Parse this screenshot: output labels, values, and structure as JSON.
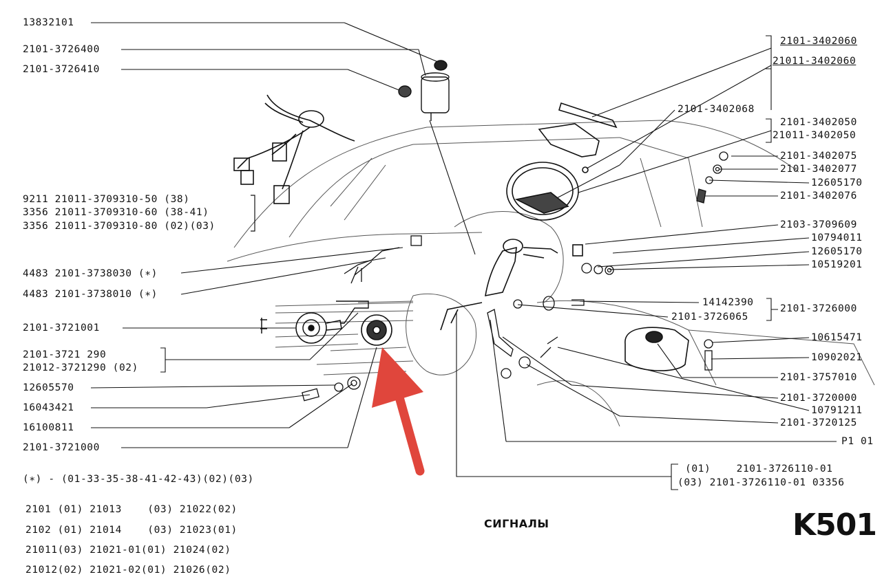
{
  "labels_left": [
    "13832101",
    "2101-3726400",
    "2101-3726410",
    "9211 21011-3709310-50 (38)",
    "3356 21011-3709310-60 (38-41)",
    "3356 21011-3709310-80 (02)(03)",
    "4483 2101-3738030 (∗)",
    "4483 2101-3738010 (∗)",
    "2101-3721001",
    "2101-3721 290",
    "21012-3721290 (02)",
    "12605570",
    "16043421",
    "16100811",
    "2101-3721000"
  ],
  "labels_right": [
    "2101-3402060",
    "21011-3402060",
    "2101-3402068",
    "2101-3402050",
    "21011-3402050",
    "2101-3402075",
    "2101-3402077",
    "12605170",
    "2101-3402076",
    "2103-3709609",
    "10794011",
    "12605170",
    "10519201",
    "14142390",
    "2101-3726065",
    "2101-3726000",
    "10615471",
    "10902021",
    "2101-3757010",
    "2101-3720000",
    "10791211",
    "2101-3720125",
    "Р1 01",
    "(01)    2101-3726110-01",
    "(03) 2101-3726110-01 03356"
  ],
  "footnote": "(∗) - (01-33-35-38-41-42-43)(02)(03)",
  "models": [
    "2101 (01) 21013    (03) 21022(02)",
    "2102 (01) 21014    (03) 21023(01)",
    "21011(03) 21021-01(01) 21024(02)",
    "21012(02) 21021-02(01) 21026(02)"
  ],
  "title": "СИГНАЛЫ",
  "page_code": "K501",
  "arrow_color": "#e0463c"
}
